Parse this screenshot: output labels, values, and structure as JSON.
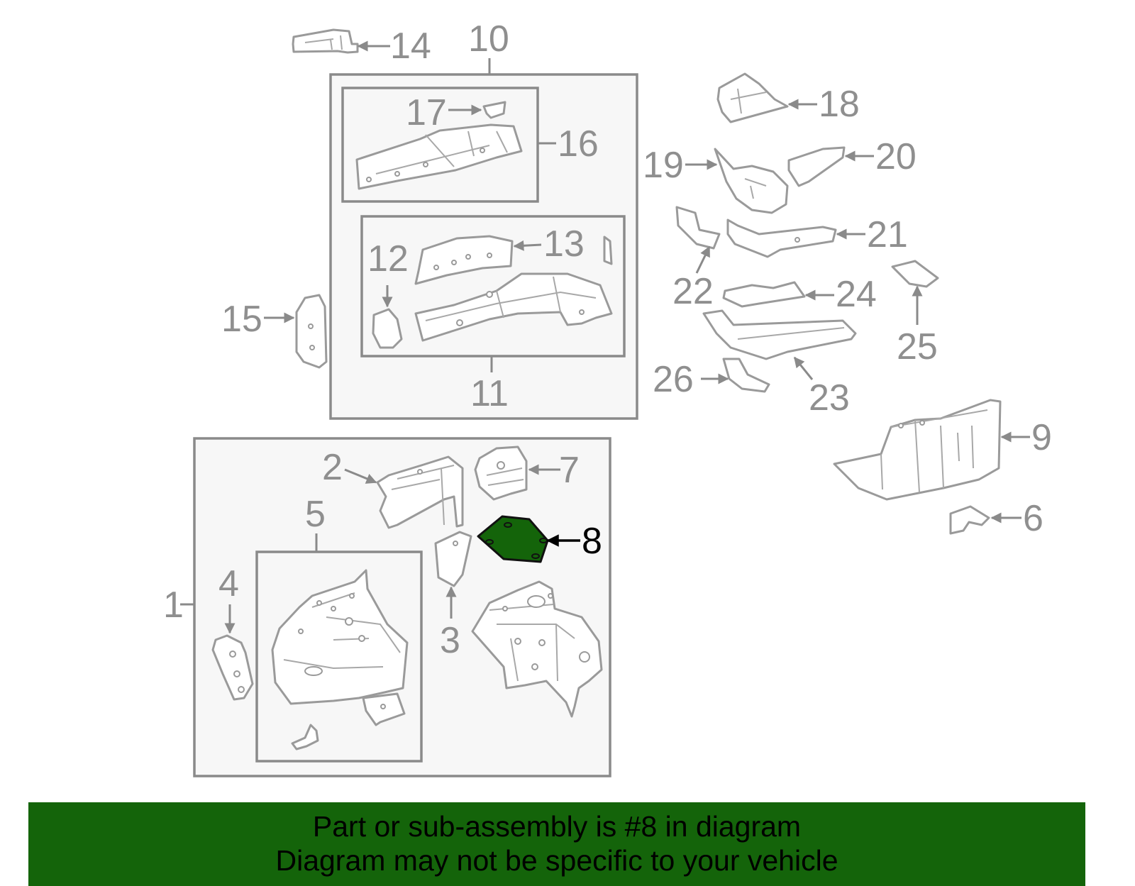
{
  "diagram": {
    "selected_part": "8",
    "callouts": {
      "c1": "1",
      "c2": "2",
      "c3": "3",
      "c4": "4",
      "c5": "5",
      "c6": "6",
      "c7": "7",
      "c8": "8",
      "c9": "9",
      "c10": "10",
      "c11": "11",
      "c12": "12",
      "c13": "13",
      "c14": "14",
      "c15": "15",
      "c16": "16",
      "c17": "17",
      "c18": "18",
      "c19": "19",
      "c20": "20",
      "c21": "21",
      "c22": "22",
      "c23": "23",
      "c24": "24",
      "c25": "25",
      "c26": "26"
    },
    "colors": {
      "highlight": "#14640a",
      "banner": "#14640a",
      "line": "#8a8a8a",
      "box_fill": "#f7f7f7"
    }
  },
  "banner": {
    "line1": "Part or sub-assembly is #8 in diagram",
    "line2": "Diagram may not be specific to your vehicle"
  }
}
